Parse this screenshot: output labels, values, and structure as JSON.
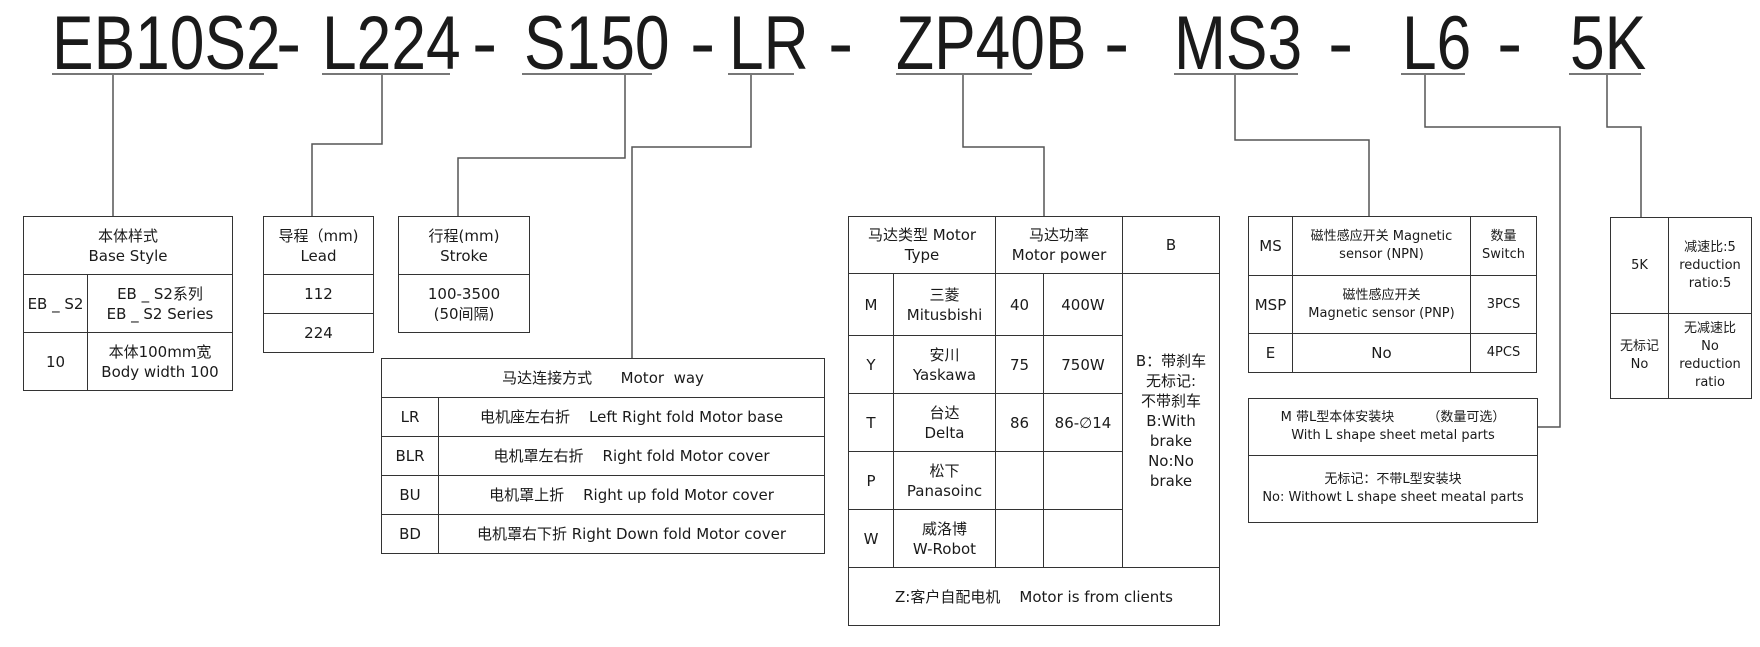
{
  "model_code": {
    "parts": [
      "EB10S2",
      "L224",
      "S150",
      "LR",
      "ZP40B",
      "MS3",
      "L6",
      "5K"
    ],
    "separator": "-"
  },
  "base_style": {
    "header_cn": "本体样式",
    "header_en": "Base   Style",
    "rows": [
      {
        "code": "EB _ S2",
        "desc_cn": "EB _ S2系列",
        "desc_en": "EB _ S2  Series"
      },
      {
        "code": "10",
        "desc_cn": "本体100mm宽",
        "desc_en": "Body width 100"
      }
    ]
  },
  "lead": {
    "header_cn": "导程（mm)",
    "header_en": "Lead",
    "values": [
      "112",
      "224"
    ]
  },
  "stroke": {
    "header_cn": "行程(mm)",
    "header_en": "Stroke",
    "range": "100-3500",
    "interval": "(50间隔)"
  },
  "motor_way": {
    "header": "马达连接方式      Motor  way",
    "rows": [
      {
        "code": "LR",
        "desc": "电机座左右折    Left Right fold Motor base"
      },
      {
        "code": "BLR",
        "desc": "电机罩左右折    Right fold Motor cover"
      },
      {
        "code": "BU",
        "desc": "电机罩上折    Right up fold Motor cover"
      },
      {
        "code": "BD",
        "desc": "电机罩右下折 Right Down fold Motor cover"
      }
    ]
  },
  "motor": {
    "header_type_cn": "马达类型  Motor",
    "header_type_en": "Type",
    "header_power_cn": "马达功率",
    "header_power_en": "Motor power",
    "header_brake": "B",
    "rows": [
      {
        "code": "M",
        "brand_cn": "三菱",
        "brand_en": "Mitusbishi",
        "frame": "40",
        "power": "400W"
      },
      {
        "code": "Y",
        "brand_cn": "安川",
        "brand_en": "Yaskawa",
        "frame": "75",
        "power": "750W"
      },
      {
        "code": "T",
        "brand_cn": "台达",
        "brand_en": "Delta",
        "frame": "86",
        "power": "86-∅14"
      },
      {
        "code": "P",
        "brand_cn": "松下",
        "brand_en": "Panasoinc",
        "frame": "",
        "power": ""
      },
      {
        "code": "W",
        "brand_cn": "威洛博",
        "brand_en": "W-Robot",
        "frame": "",
        "power": ""
      }
    ],
    "brake_lines": [
      "B：带刹车",
      "无标记:",
      "不带刹车",
      "B:With",
      "brake",
      "No:No",
      "brake"
    ],
    "footer": "Z:客户自配电机    Motor is from clients"
  },
  "sensor": {
    "rows": [
      {
        "code": "MS",
        "desc_cn": "磁性感应开关 Magnetic",
        "desc_en": "sensor (NPN)",
        "qty_cn": "数量",
        "qty_en": "Switch"
      },
      {
        "code": "MSP",
        "desc_cn": "磁性感应开关",
        "desc_en": "Magnetic sensor (PNP)",
        "qty": "3PCS"
      },
      {
        "code": "E",
        "desc": "No",
        "qty": "4PCS"
      }
    ]
  },
  "l_shape": {
    "m_line1": "M 带L型本体安装块        （数量可选）",
    "m_line2": "With L shape sheet metal parts",
    "none_line1": "无标记：不带L型安装块",
    "none_line2": "No: Withowt L shape sheet meatal parts"
  },
  "reduction": {
    "rows": [
      {
        "code": "5K",
        "lines": [
          "减速比:5",
          "reduction",
          "ratio:5"
        ]
      },
      {
        "code_cn": "无标记",
        "code_en": "No",
        "lines": [
          "无减速比",
          "No",
          "reduction",
          "ratio"
        ]
      }
    ]
  }
}
